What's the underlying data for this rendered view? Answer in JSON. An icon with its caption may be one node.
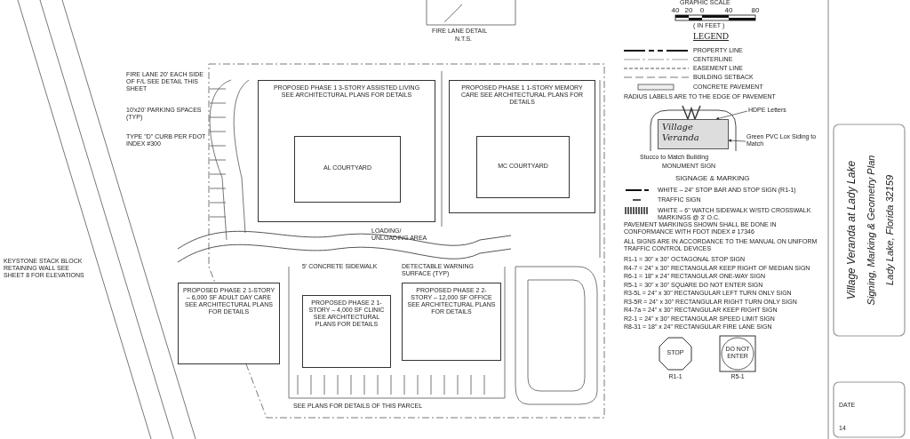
{
  "diagram": {
    "nodes": [
      {
        "text": [
          "PROPOSED PHASE 1 3-STORY ASSISTED LIVING SEE ARCHITECTURAL PLANS FOR DETAILS"
        ]
      },
      {
        "text": [
          "AL COURTYARD"
        ],
        "in": 0
      },
      {
        "text": [
          "PROPOSED PHASE 1 1-STORY MEMORY CARE SEE ARCHITECTURAL PLANS FOR DETAILS"
        ]
      },
      {
        "text": [
          "MC COURTYARD"
        ],
        "in": 2
      },
      {
        "text": [
          "PROPOSED PHASE 2 1-STORY – 6,000 SF ADULT DAY CARE SEE ARCHITECTURAL PLANS FOR DETAILS"
        ]
      },
      {
        "text": [
          "PROPOSED PHASE 2 1-STORY – 4,000 SF CLINIC SEE ARCHITECTURAL PLANS FOR DETAILS"
        ]
      },
      {
        "text": [
          "PROPOSED PHASE 2 2-STORY – 12,000 SF OFFICE SEE ARCHITECTURAL PLANS FOR DETAILS"
        ]
      },
      {
        "text": [
          "HDPE Letters"
        ]
      },
      {
        "text": [
          "Green PVC Lox Siding to Match"
        ]
      },
      {
        "text": [
          "Village Veranda"
        ]
      }
    ],
    "edges": [
      {
        "from": 7,
        "to": 9,
        "arrow": "to"
      },
      {
        "from": 8,
        "to": 9,
        "arrow": "to"
      }
    ],
    "labels": [
      "FIRE LANE DETAIL",
      "N.T.S.",
      "GRAPHIC SCALE",
      "40",
      "20",
      "0",
      "40",
      "80",
      "( IN FEET )",
      "LEGEND",
      "RADIUS LABELS ARE TO THE EDGE OF PAVEMENT",
      "Stucco to Match Building",
      "MONUMENT SIGN",
      "SIGNAGE & MARKING",
      "PAVEMENT MARKINGS SHOWN SHALL BE DONE IN CONFORMANCE WITH FDOT INDEX # 17346",
      "ALL SIGNS ARE IN ACCORDANCE TO THE MANUAL ON UNIFORM TRAFFIC CONTROL DEVICES",
      "R1-1 = 30\" x 30\" OCTAGONAL STOP SIGN",
      "R4-7 = 24\" x 30\" RECTANGULAR KEEP RIGHT OF MEDIAN SIGN",
      "R6-1 = 18\" x 24\" RECTANGULAR ONE-WAY SIGN",
      "R5-1 = 30\" x 30\" SQUARE DO NOT ENTER SIGN",
      "R3-5L = 24\" x 30\" RECTANGULAR LEFT TURN ONLY SIGN",
      "R3-5R = 24\" x 30\" RECTANGULAR RIGHT TURN ONLY SIGN",
      "R4-7a = 24\" x 30\" RECTANGULAR KEEP RIGHT SIGN",
      "R2-1 = 24\" x 30\" RECTANGULAR SPEED LIMIT SIGN",
      "R8-31 = 18\" x 24\" RECTANGULAR FIRE LANE SIGN",
      "STOP",
      "R1-1",
      "DO NOT ENTER",
      "R5-1",
      "SEE PLANS FOR DETAILS OF THIS PARCEL",
      "Village Veranda at Lady Lake",
      "Signing, Marking & Geometry Plan",
      "Lady Lake, Florida 32159",
      "DATE",
      "14",
      "LOADING/ UNLOADING AREA",
      "FIRE LANE 20' EACH SIDE OF F/L SEE DETAIL THIS SHEET",
      "10'x20' PARKING SPACES (TYP)",
      "TYPE \"D\" CURB PER FDOT INDEX #300",
      "KEYSTONE STACK BLOCK RETAINING WALL SEE SHEET 8 FOR ELEVATIONS",
      "5' CONCRETE SIDEWALK",
      "DETECTABLE WARNING SURFACE (TYP)"
    ],
    "legend": [
      {
        "text": "PROPERTY LINE"
      },
      {
        "text": "CENTERLINE"
      },
      {
        "text": "EASEMENT LINE"
      },
      {
        "text": "BUILDING SETBACK"
      },
      {
        "text": "CONCRETE PAVEMENT"
      },
      {
        "text": "WHITE – 24\" STOP BAR AND STOP SIGN (R1-1)"
      },
      {
        "text": "TRAFFIC SIGN"
      },
      {
        "text": "WHITE – 6\" WATCH SIDEWALK W/STD CROSSWALK MARKINGS @ 3' O.C."
      }
    ]
  }
}
